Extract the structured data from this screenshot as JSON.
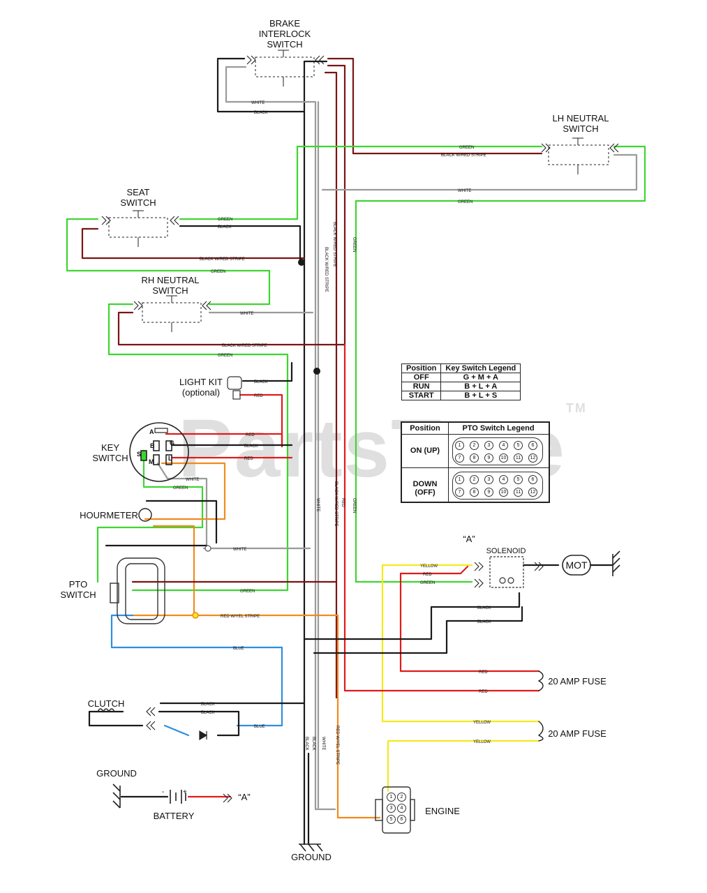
{
  "labels": {
    "brake_switch": "BRAKE\nINTERLOCK\nSWITCH",
    "lh_neutral": "LH NEUTRAL\nSWITCH",
    "seat_switch": "SEAT\nSWITCH",
    "rh_neutral": "RH NEUTRAL\nSWITCH",
    "light_kit": "LIGHT KIT\n(optional)",
    "key_switch": "KEY\nSWITCH",
    "hourmeter": "HOURMETER",
    "pto_switch": "PTO\nSWITCH",
    "clutch": "CLUTCH",
    "ground_left": "GROUND",
    "battery": "BATTERY",
    "ground_bottom": "GROUND",
    "engine": "ENGINE",
    "solenoid": "SOLENOID",
    "solenoid_ref": "“A”",
    "battery_ref": "“A”",
    "motor": "MOT",
    "fuse1": "20 AMP FUSE",
    "fuse2": "20 AMP FUSE",
    "watermark": "PartsTree",
    "watermark_tm": "TM"
  },
  "wire_labels": {
    "white": "WHITE",
    "black": "BLACK",
    "green": "GREEN",
    "red": "RED",
    "blue": "BLUE",
    "yellow": "YELLOW",
    "black_red": "BLACK W/RED STRIPE",
    "black_red2": "BLACK W/RED STRIPE",
    "red_yel": "RED W/YEL STRIPE"
  },
  "key_connector_letters": {
    "A": "A",
    "B": "B",
    "G": "G",
    "S": "S",
    "M": "M",
    "L": "L"
  },
  "key_legend": {
    "headers": [
      "Position",
      "Key Switch Legend"
    ],
    "rows": [
      [
        "OFF",
        "G + M + A"
      ],
      [
        "RUN",
        "B + L + A"
      ],
      [
        "START",
        "B + L + S"
      ]
    ]
  },
  "pto_legend": {
    "headers": [
      "Position",
      "PTO Switch Legend"
    ],
    "rows": [
      "ON (UP)",
      "DOWN (OFF)"
    ],
    "pins": [
      "1",
      "2",
      "3",
      "4",
      "5",
      "6",
      "7",
      "8",
      "9",
      "10",
      "11",
      "12"
    ]
  },
  "engine_pins": [
    "1",
    "2",
    "3",
    "4",
    "5",
    "6"
  ],
  "battery_signs": {
    "neg": "-",
    "pos": "+"
  },
  "colors": {
    "white_wire": "#9a9a9a",
    "black_wire": "#1a1a1a",
    "green_wire": "#3dd630",
    "red_wire": "#e01b1b",
    "dkred_wire": "#7a1414",
    "blue_wire": "#2d8fe0",
    "yellow_wire": "#f4ea1c",
    "orange_wire": "#f08a1c"
  }
}
